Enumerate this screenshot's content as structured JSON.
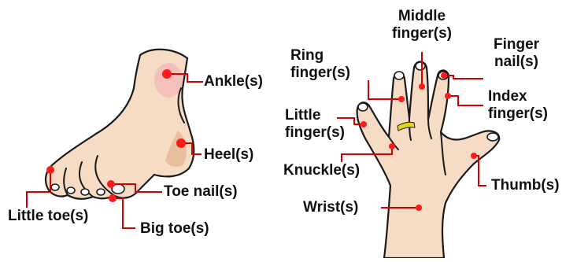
{
  "colors": {
    "skin": "#f6dcc4",
    "skin_shadow": "#e8bfa0",
    "ankle_blush": "#f4b9b9",
    "outline": "#1a1a1a",
    "leader": "#d40000",
    "dot": "#ff1a1a",
    "ring": "#e6d21a",
    "label": "#111111"
  },
  "foot": {
    "labels": {
      "ankle": "Ankle(s)",
      "heel": "Heel(s)",
      "toe_nail": "Toe nail(s)",
      "little_toe": "Little toe(s)",
      "big_toe": "Big toe(s)"
    }
  },
  "hand": {
    "labels": {
      "middle_finger": "Middle\nfinger(s)",
      "finger_nail": "Finger\nnail(s)",
      "ring_finger": "Ring\nfinger(s)",
      "index_finger": "Index\nfinger(s)",
      "little_finger": "Little\nfinger(s)",
      "knuckle": "Knuckle(s)",
      "thumb": "Thumb(s)",
      "wrist": "Wrist(s)"
    }
  }
}
